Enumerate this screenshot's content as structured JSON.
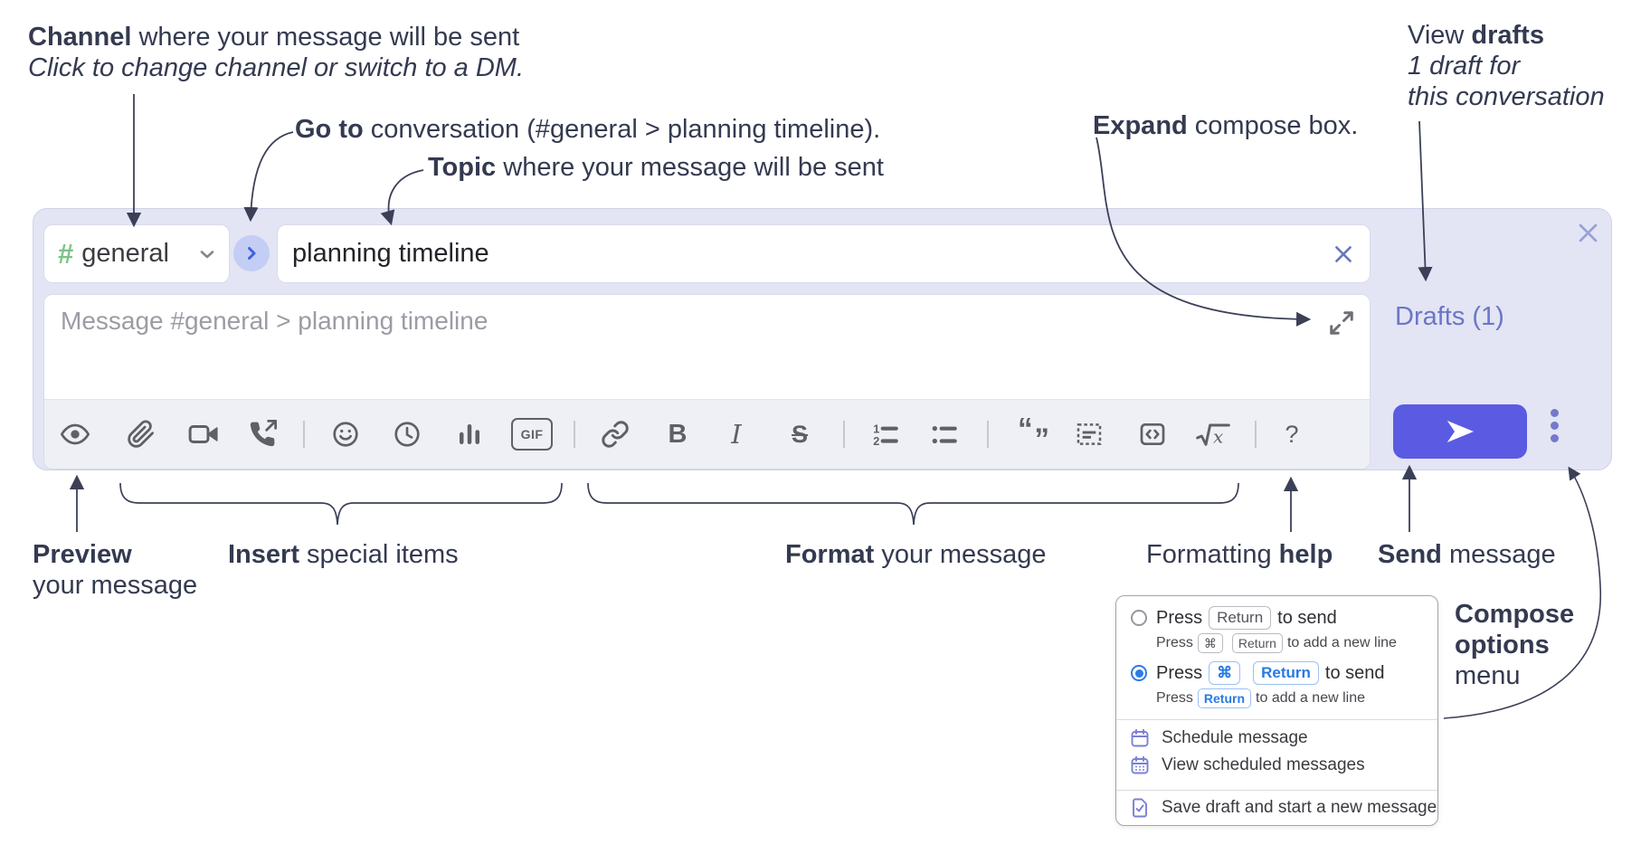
{
  "annotations": {
    "channel": {
      "lead": "Channel",
      "rest": " where your message will be sent",
      "sub": "Click to change channel or switch to a DM."
    },
    "goto": {
      "lead": "Go to",
      "rest": " conversation (#general > planning timeline)."
    },
    "topic": {
      "lead": "Topic",
      "rest": " where your message will be sent"
    },
    "expand": {
      "lead": "Expand",
      "rest": " compose box."
    },
    "view_drafts": {
      "lead": "View ",
      "bold": "drafts",
      "line2": "1 draft for",
      "line3": "this conversation"
    },
    "preview": {
      "lead": "Preview",
      "line2": "your message"
    },
    "insert": {
      "lead": "Insert",
      "rest": " special items"
    },
    "format": {
      "lead": "Format",
      "rest": " your message"
    },
    "formatting_help": {
      "lead": "Formatting ",
      "bold": "help"
    },
    "send": {
      "lead": "Send",
      "rest": " message"
    },
    "compose_options": {
      "line1": "Compose",
      "line2": "options",
      "line3": "menu"
    }
  },
  "compose_box": {
    "channel_selector": {
      "hash_icon": "#",
      "channel_name": "general"
    },
    "topic_input": {
      "value": "planning timeline"
    },
    "message_input": {
      "placeholder": "Message #general > planning timeline"
    },
    "drafts_link": "Drafts (1)",
    "toolbar": {
      "icons": [
        "preview-eye",
        "attach-paperclip",
        "video-call",
        "audio-call",
        "emoji",
        "time",
        "poll",
        "gif",
        "link",
        "bold",
        "italic",
        "strikethrough",
        "numbered-list",
        "bulleted-list",
        "quote",
        "spoiler",
        "code",
        "math",
        "help"
      ],
      "gif_label": "GIF",
      "bold_glyph": "B",
      "italic_glyph": "I",
      "strike_glyph": "S",
      "ol_1": "1",
      "ol_2": "2",
      "quote_open": "“",
      "quote_close": "”",
      "math_glyph": "x",
      "help_glyph": "?"
    }
  },
  "options_menu": {
    "option_enter": {
      "selected": false,
      "pre": "Press",
      "key": "Return",
      "post": "to send",
      "sub_pre": "Press",
      "sub_key1": "⌘",
      "sub_key2": "Return",
      "sub_post": "to add a new line"
    },
    "option_cmd_enter": {
      "selected": true,
      "pre": "Press",
      "key1": "⌘",
      "key2": "Return",
      "post": "to send",
      "sub_pre": "Press",
      "sub_key": "Return",
      "sub_post": "to add a new line"
    },
    "schedule": "Schedule message",
    "view_scheduled": "View scheduled messages",
    "save_draft": "Save draft and start a new message"
  },
  "colors": {
    "compose_bg": "#e3e5f4",
    "send_accent": "#5a5be2",
    "drafts_link": "#6b76c8",
    "hash_green": "#7cc289",
    "key_blue": "#2b7ce8",
    "annotation_ink": "#343a50"
  }
}
